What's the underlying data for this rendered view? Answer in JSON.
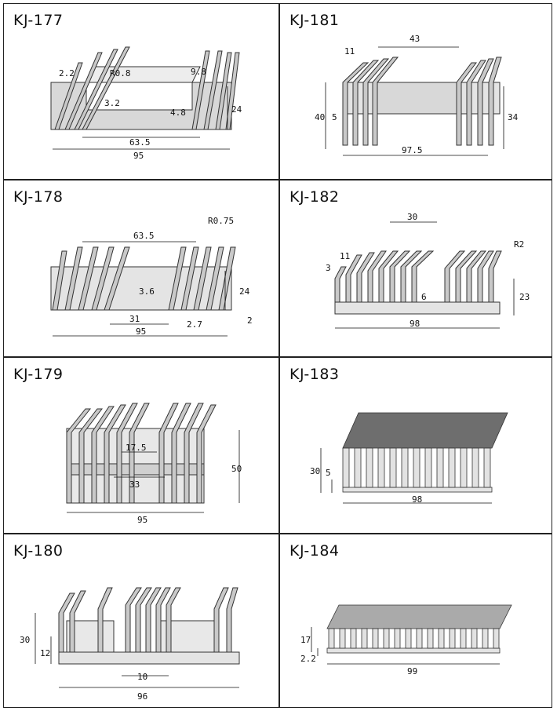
{
  "profiles": [
    {
      "id": "kj177",
      "model": "KJ-177",
      "dims": [
        "2.2",
        "R0.8",
        "3.2",
        "9.8",
        "4.8",
        "24",
        "63.5",
        "95"
      ]
    },
    {
      "id": "kj181",
      "model": "KJ-181",
      "dims": [
        "11",
        "43",
        "40",
        "5",
        "34",
        "97.5"
      ]
    },
    {
      "id": "kj178",
      "model": "KJ-178",
      "dims": [
        "63.5",
        "R0.75",
        "3.6",
        "24",
        "31",
        "2.7",
        "2",
        "95"
      ]
    },
    {
      "id": "kj182",
      "model": "KJ-182",
      "dims": [
        "30",
        "11",
        "3",
        "R2",
        "6",
        "23",
        "98"
      ]
    },
    {
      "id": "kj179",
      "model": "KJ-179",
      "dims": [
        "17.5",
        "33",
        "50",
        "95"
      ]
    },
    {
      "id": "kj183",
      "model": "KJ-183",
      "dims": [
        "30",
        "5",
        "98"
      ]
    },
    {
      "id": "kj180",
      "model": "KJ-180",
      "dims": [
        "30",
        "12",
        "10",
        "96"
      ]
    },
    {
      "id": "kj184",
      "model": "KJ-184",
      "dims": [
        "17",
        "2.2",
        "99"
      ]
    }
  ]
}
